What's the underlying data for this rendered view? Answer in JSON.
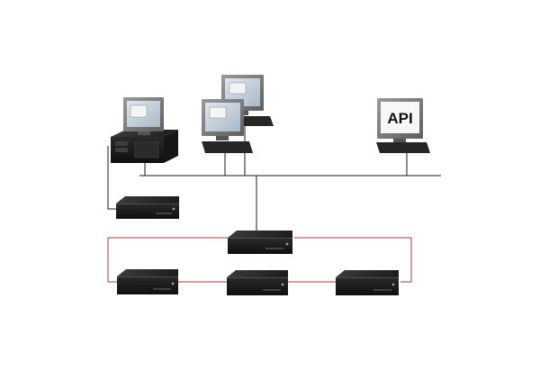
{
  "diagram": {
    "api_label": "API",
    "colors": {
      "background": "#ffffff",
      "network_line": "#1a1a1a",
      "red_link": "#b23a3a",
      "device_body": "#1c1c1c",
      "device_top": "#2f2f2f",
      "monitor_bezel": "#7d7d7d",
      "screen": "#c9d2dc",
      "keyboard": "#262626"
    },
    "nodes": [
      {
        "id": "workstation-server",
        "kind": "server-workstation"
      },
      {
        "id": "workstation-1",
        "kind": "workstation"
      },
      {
        "id": "workstation-2",
        "kind": "workstation"
      },
      {
        "id": "api-workstation",
        "kind": "workstation"
      },
      {
        "id": "device-1",
        "kind": "network-device"
      },
      {
        "id": "device-hub",
        "kind": "network-device"
      },
      {
        "id": "device-3",
        "kind": "network-device"
      },
      {
        "id": "device-4",
        "kind": "network-device"
      },
      {
        "id": "device-5",
        "kind": "network-device"
      }
    ]
  }
}
